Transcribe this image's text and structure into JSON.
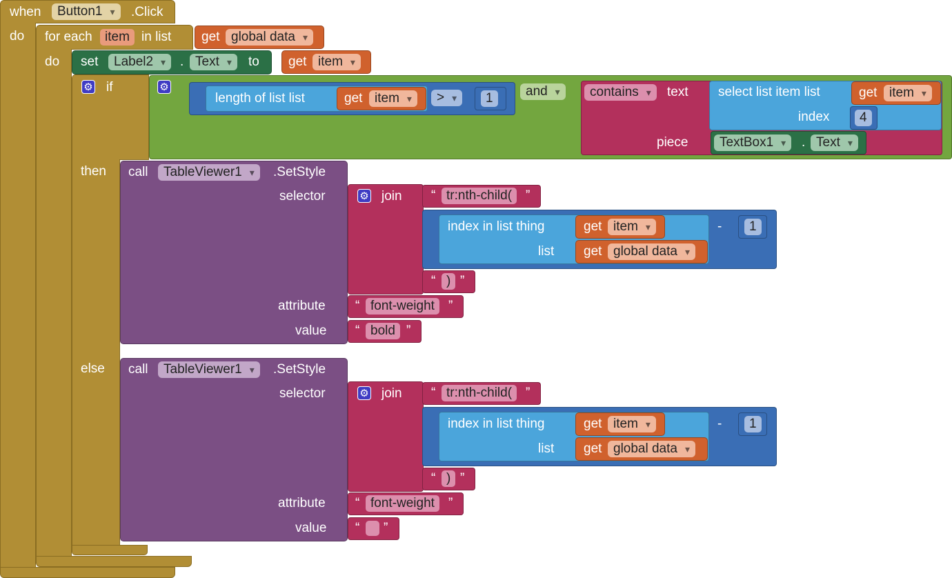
{
  "event": {
    "when": "when",
    "component": "Button1",
    "event_name": ".Click",
    "do": "do"
  },
  "foreach": {
    "label": "for each",
    "var": "item",
    "in_list": "in list",
    "do": "do",
    "get": "get",
    "list_var": "global data"
  },
  "set_block": {
    "set": "set",
    "component": "Label2",
    "dot": ".",
    "property": "Text",
    "to": "to",
    "get": "get",
    "var": "item"
  },
  "if_block": {
    "if": "if",
    "then": "then",
    "else": "else"
  },
  "condition": {
    "length_label": "length of list  list",
    "get": "get",
    "var": "item",
    "op": ">",
    "number": "1",
    "and": "and",
    "contains": "contains",
    "text": "text",
    "piece": "piece",
    "select_label": "select list item  list",
    "index_label": "index",
    "index_value": "4",
    "get2": "get",
    "var2": "item",
    "textbox": "TextBox1",
    "dot": ".",
    "textbox_prop": "Text"
  },
  "then_call": {
    "call": "call",
    "component": "TableViewer1",
    "method": ".SetStyle",
    "selector": "selector",
    "join": "join",
    "open_q": "“",
    "close_q": "”",
    "str1": "tr:nth-child(",
    "index_label": "index in list  thing",
    "list_label": "list",
    "get": "get",
    "var": "item",
    "list_var": "global data",
    "minus": "-",
    "one": "1",
    "str2": ")",
    "attribute": "attribute",
    "attr_value": "font-weight",
    "value": "value",
    "value_str": "bold"
  },
  "else_call": {
    "call": "call",
    "component": "TableViewer1",
    "method": ".SetStyle",
    "selector": "selector",
    "join": "join",
    "open_q": "“",
    "close_q": "”",
    "str1": "tr:nth-child(",
    "index_label": "index in list  thing",
    "list_label": "list",
    "get": "get",
    "var": "item",
    "list_var": "global data",
    "minus": "-",
    "one": "1",
    "str2": ")",
    "attribute": "attribute",
    "attr_value": "font-weight",
    "value": "value",
    "value_str": ""
  },
  "colors": {
    "control": "#b18e35",
    "procedure": "#7b4f84",
    "text": "#b3305c",
    "list": "#4ba5db",
    "math": "#3a6eb5",
    "variable": "#d0612d",
    "logic": "#73a63f",
    "component_set": "#2b7046"
  }
}
